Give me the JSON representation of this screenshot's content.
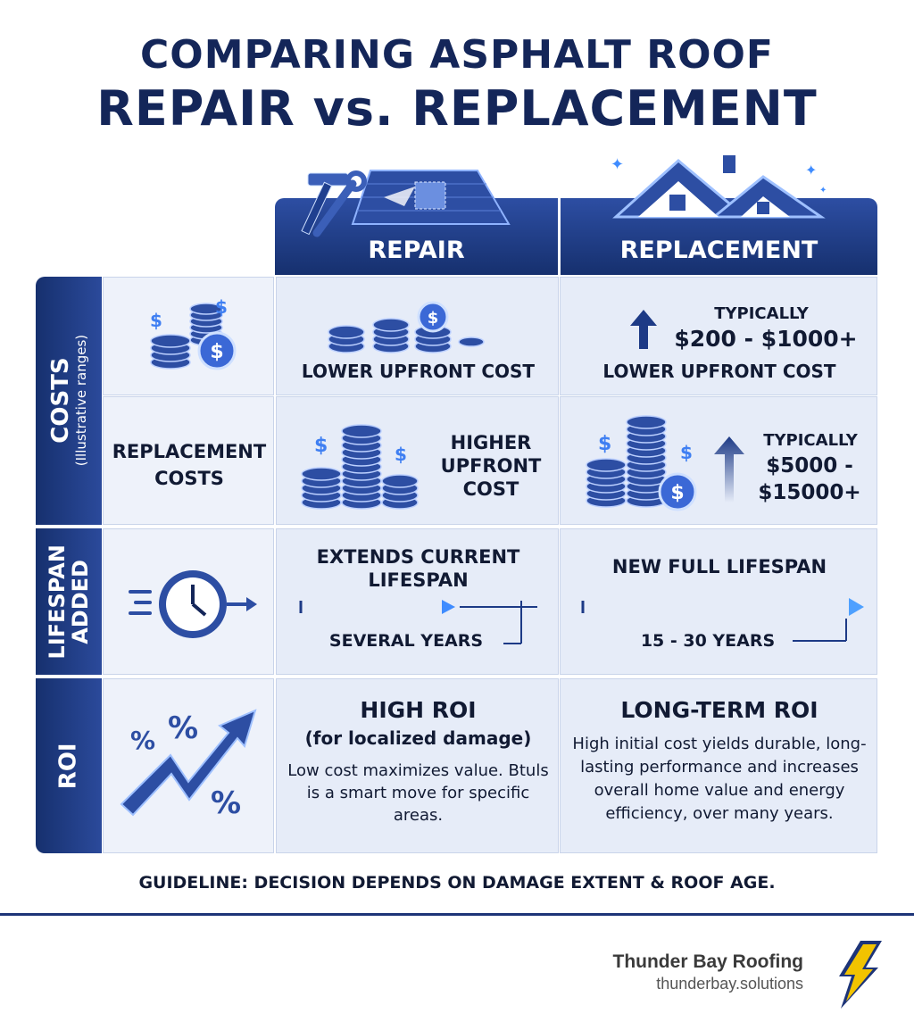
{
  "title": {
    "line1": "COMPARING ASPHALT ROOF",
    "line2": "REPAIR vs. REPLACEMENT"
  },
  "columns": {
    "repair": "REPAIR",
    "replacement": "REPLACEMENT"
  },
  "rows": {
    "costs": {
      "label": "COSTS",
      "sublabel": "(Illustrative ranges)",
      "row1": {
        "repair_text": "LOWER UPFRONT COST",
        "replacement_prefix": "TYPICALLY",
        "replacement_range": "$200 - $1000+",
        "replacement_text": "LOWER UPFRONT COST"
      },
      "row2": {
        "left_label": "REPLACEMENT COSTS",
        "repair_text": "HIGHER UPFRONT COST",
        "replacement_prefix": "TYPICALLY",
        "replacement_range": "$5000 - $15000+"
      }
    },
    "lifespan": {
      "label": "LIFESPAN ADDED",
      "repair_title": "EXTENDS CURRENT LIFESPAN",
      "repair_value": "SEVERAL YEARS",
      "replacement_title": "NEW FULL LIFESPAN",
      "replacement_value": "15 - 30 YEARS"
    },
    "roi": {
      "label": "ROI",
      "repair_title": "HIGH ROI",
      "repair_subtitle": "(for localized damage)",
      "repair_body": "Low cost maximizes value. Btuls is a smart move for specific areas.",
      "replacement_title": "LONG-TERM ROI",
      "replacement_body": "High initial cost yields durable, long-lasting performance and increases overall home value and energy efficiency,  over many years."
    }
  },
  "guideline": "GUIDELINE: DECISION DEPENDS ON DAMAGE EXTENT & ROOF AGE.",
  "brand": {
    "name": "Thunder Bay Roofing",
    "url": "thunderbay.solutions"
  },
  "colors": {
    "navy": "#16306e",
    "blue": "#2d4ea3",
    "cell": "#e6ecf8",
    "accent_yellow": "#f2c300"
  },
  "icons": [
    "hammer-wrench-icon",
    "roof-patch-icon",
    "house-icon",
    "coin-stack-icon",
    "up-arrow-icon",
    "stopwatch-icon",
    "trend-arrow-icon",
    "lightning-logo-icon"
  ]
}
